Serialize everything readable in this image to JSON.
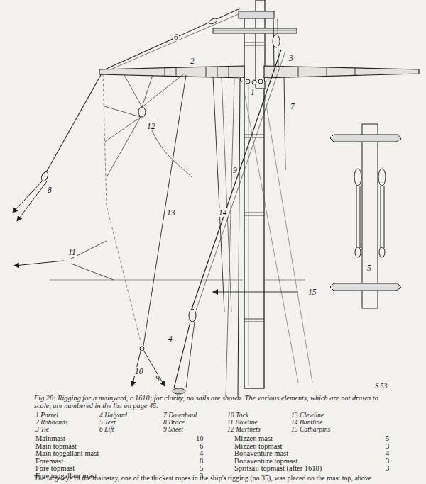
{
  "diagram": {
    "caption": "Fig 28: Rigging for a mainyard, c.1610; for clarity, no sails are shown. The various elements, which are not drawn to scale, are numbered in the list on page 45.",
    "labels": [
      "6",
      "2",
      "1",
      "3",
      "7",
      "12",
      "9",
      "8",
      "13",
      "14",
      "11",
      "5",
      "15",
      "4",
      "10",
      "9",
      "S.53",
      "1 Parrel",
      "2 Robbands",
      "3 Tie",
      "4 Halyard",
      "5 Jeer",
      "6 Lift",
      "7 Downhaul",
      "8 Brace",
      "9 Sheet",
      "10 Tack",
      "11 Bowline",
      "12 Martnets",
      "13 Clewline",
      "14 Buntline",
      "15 Catharpins",
      "Mainmast",
      "10",
      "Mizzen mast",
      "5",
      "Main topmast",
      "6",
      "Mizzen topmast",
      "3",
      "Main topgallant mast",
      "4",
      "Bonaventure mast",
      "4",
      "Foremast",
      "8",
      "Bonaventure topmast",
      "3",
      "Fore topmast",
      "5",
      "Spritsail topmast (after 1618)",
      "3",
      "Fore topgallant mast",
      "3",
      "The large eye of the mainstay, one of the thickest ropes in the ship's rigging (no 35), was placed on the mast top, above"
    ]
  }
}
